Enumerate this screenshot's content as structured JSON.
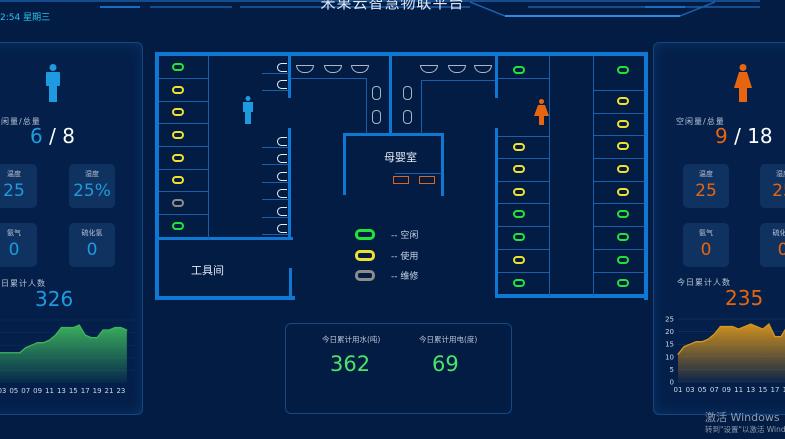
{
  "header": {
    "title": "米果云智慧物联平台",
    "clock": "2:54 星期三"
  },
  "colors": {
    "free": "#22e33a",
    "used": "#f0e130",
    "repair": "#8c8c8c",
    "male": "#1e9be0",
    "female": "#e8650f",
    "accent": "#0f78d2"
  },
  "male_panel": {
    "icon": "male-person-icon",
    "ratio_label": "空闲量/总量",
    "free": "6",
    "total": "8",
    "cards": [
      {
        "label": "温度",
        "value": "25"
      },
      {
        "label": "湿度",
        "value": "25%"
      },
      {
        "label": "氨气",
        "value": "0"
      },
      {
        "label": "硫化氢",
        "value": "0"
      }
    ],
    "visitors_label": "今日累计人数",
    "visitors": "326"
  },
  "female_panel": {
    "icon": "female-person-icon",
    "ratio_label": "空闲量/总量",
    "free": "9",
    "total": "18",
    "cards": [
      {
        "label": "温度",
        "value": "25"
      },
      {
        "label": "湿度",
        "value": "25"
      },
      {
        "label": "氨气",
        "value": "0"
      },
      {
        "label": "硫化氢",
        "value": "0"
      }
    ],
    "visitors_label": "今日累计人数",
    "visitors": "235"
  },
  "floor": {
    "mother_room": "母婴室",
    "tool_room": "工具间",
    "male_stalls": [
      "free",
      "used",
      "used",
      "used",
      "used",
      "used",
      "repair",
      "free"
    ],
    "female_left": [
      "free",
      "used",
      "used",
      "used",
      "free",
      "free",
      "used",
      "free"
    ],
    "female_right": [
      "free",
      "used",
      "used",
      "used",
      "used",
      "used",
      "free",
      "free",
      "free",
      "free"
    ]
  },
  "legend": [
    {
      "status": "free",
      "label": "-- 空闲"
    },
    {
      "status": "used",
      "label": "-- 使用"
    },
    {
      "status": "repair",
      "label": "-- 维修"
    }
  ],
  "usage": {
    "water_label": "今日累计用水(吨)",
    "water": "362",
    "power_label": "今日累计用电(度)",
    "power": "69"
  },
  "watermark": {
    "line1": "激活 Windows",
    "line2": "转到\"设置\"以激活 Windows"
  },
  "chart_data": [
    {
      "type": "area",
      "series": [
        {
          "values": [
            12,
            12,
            12,
            12,
            12,
            12,
            14,
            15,
            16,
            16,
            17,
            19,
            22,
            22,
            22,
            23,
            19,
            18,
            18,
            21,
            21,
            22,
            22,
            21
          ]
        }
      ],
      "x": [
        "01",
        "02",
        "03",
        "04",
        "05",
        "06",
        "07",
        "08",
        "09",
        "10",
        "11",
        "12",
        "13",
        "14",
        "15",
        "16",
        "17",
        "18",
        "19",
        "20",
        "21",
        "22",
        "23",
        "24"
      ],
      "xticks": [
        "03",
        "05",
        "07",
        "09",
        "11",
        "13",
        "15",
        "17",
        "19",
        "21",
        "23"
      ],
      "ylim": [
        0,
        25
      ],
      "color": "#3db55e"
    },
    {
      "type": "area",
      "series": [
        {
          "values": [
            11,
            14,
            15,
            16,
            16,
            17,
            19,
            22,
            22,
            22,
            21,
            22,
            23,
            22,
            21,
            23,
            18,
            18,
            22,
            21,
            22,
            22,
            21,
            20
          ]
        }
      ],
      "x": [
        "01",
        "02",
        "03",
        "04",
        "05",
        "06",
        "07",
        "08",
        "09",
        "10",
        "11",
        "12",
        "13",
        "14",
        "15",
        "16",
        "17",
        "18",
        "19",
        "20",
        "21",
        "22",
        "23",
        "24"
      ],
      "xticks": [
        "01",
        "03",
        "05",
        "07",
        "09",
        "11",
        "13",
        "15",
        "17",
        "19",
        "21",
        "23"
      ],
      "yticks": [
        "0",
        "5",
        "10",
        "15",
        "20",
        "25"
      ],
      "ylim": [
        0,
        25
      ],
      "color": "#d9961c"
    }
  ]
}
